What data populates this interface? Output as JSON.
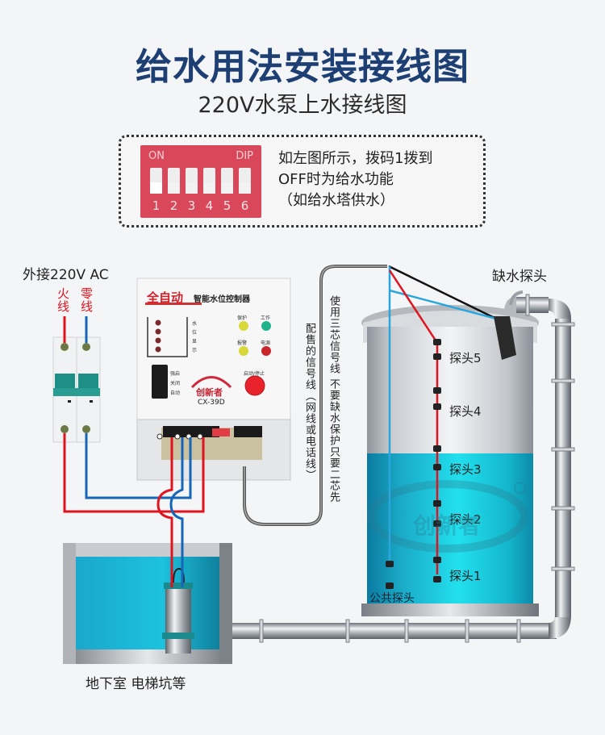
{
  "header": {
    "title": "给水用法安装接线图",
    "subtitle": "220V水泵上水接线图"
  },
  "dip_note": {
    "on_label": "ON",
    "dip_label": "DIP",
    "switch_numbers": [
      "1",
      "2",
      "3",
      "4",
      "5",
      "6"
    ],
    "switch_states": [
      "off",
      "on",
      "on",
      "on",
      "on",
      "on"
    ],
    "lines": [
      "如左图所示，拨码1拨到",
      "OFF时为给水功能",
      "（如给水塔供水）"
    ]
  },
  "power": {
    "label": "外接220V AC",
    "live_wire": "火线",
    "neutral_wire": "零线"
  },
  "controller": {
    "brand_main": "全自动",
    "brand_sub": "智能水位控制器",
    "level_label": [
      "水",
      "位",
      "显",
      "示"
    ],
    "indicators": [
      {
        "label": "保护",
        "color": "#d8d83a"
      },
      {
        "label": "工作",
        "color": "#1fb38c"
      },
      {
        "label": "报警",
        "color": "#d8d83a"
      },
      {
        "label": "电源",
        "color": "#c8262c"
      }
    ],
    "switch_labels": [
      "强启",
      "关闭",
      "自动"
    ],
    "start_stop_label": "启动/停止",
    "logo": "创新者",
    "model": "CX-39D"
  },
  "cable_notes": {
    "left": "配售的信号线（网线或电话线）",
    "right": "使用三芯信号线 不要缺水保护只要二芯先"
  },
  "tank": {
    "shortage_probe": "缺水探头",
    "probes": [
      "探头5",
      "探头4",
      "探头3",
      "探头2",
      "探头1"
    ],
    "common_probe": "公共探头",
    "watermark": "创新者"
  },
  "sump": {
    "label": "地下室 电梯坑等"
  },
  "colors": {
    "title": "#1d3f74",
    "live": "#e0141e",
    "neutral": "#1565b8",
    "water": "#1ab8d0",
    "signal_blue": "#2aa6dc"
  }
}
